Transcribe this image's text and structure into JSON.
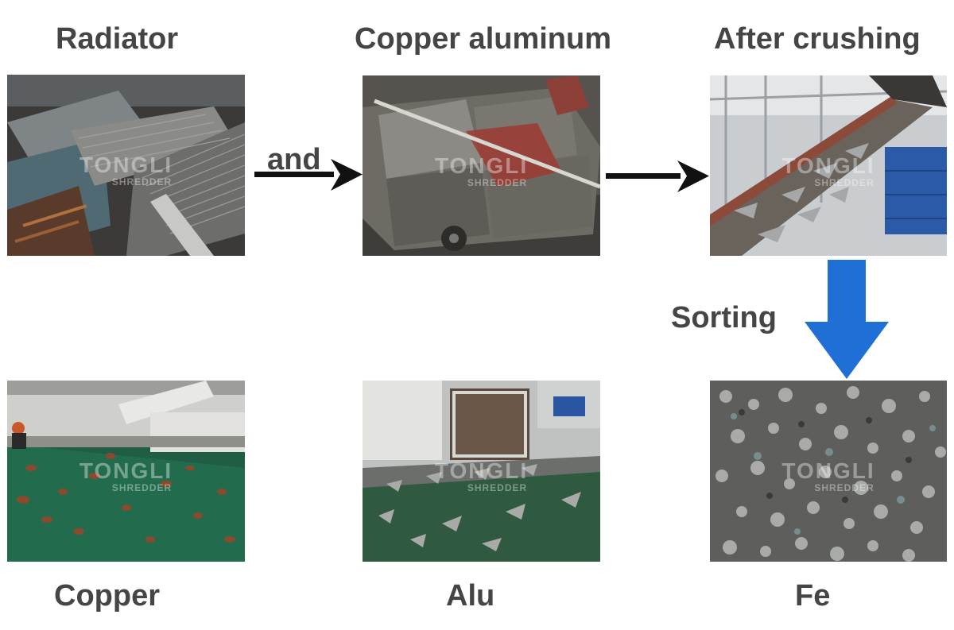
{
  "labels": {
    "radiator": "Radiator",
    "copper_aluminum": "Copper aluminum",
    "after_crushing": "After crushing",
    "and": "and",
    "sorting": "Sorting",
    "copper": "Copper",
    "alu": "Alu",
    "fe": "Fe"
  },
  "watermark": {
    "brand": "TONGLI",
    "sub": "SHREDDER"
  },
  "colors": {
    "label_text": "#454545",
    "arrow_black": "#111111",
    "arrow_blue": "#1f6fd6"
  },
  "icons": {
    "flow_arrow": "right-arrow-icon",
    "sorting_arrow": "down-arrow-icon"
  }
}
